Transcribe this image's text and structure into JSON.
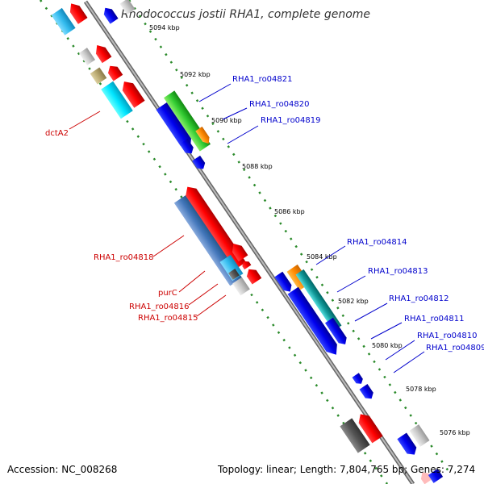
{
  "title": "Rhodococcus jostii RHA1, complete genome",
  "footer": {
    "accession": "Accession: NC_008268",
    "summary": "Topology: linear; Length: 7,804,765 bp; Genes: 7,274"
  },
  "ticks": [
    {
      "label": "5094 kbp",
      "t": 0.95
    },
    {
      "label": "5092 kbp",
      "t": 0.83
    },
    {
      "label": "5090 kbp",
      "t": 0.72
    },
    {
      "label": "5088 kbp",
      "t": 0.61
    },
    {
      "label": "5086 kbp",
      "t": 0.49
    },
    {
      "label": "5084 kbp",
      "t": 0.38
    },
    {
      "label": "5082 kbp",
      "t": 0.27
    },
    {
      "label": "5080 kbp",
      "t": 0.16
    },
    {
      "label": "5078 kbp",
      "t": 0.05
    },
    {
      "label": "5076 kbp",
      "t": -0.06
    }
  ],
  "labels": [
    {
      "text": "RHA1_ro04821",
      "color": "#0000cc",
      "side": "right"
    },
    {
      "text": "RHA1_ro04820",
      "color": "#0000cc",
      "side": "right"
    },
    {
      "text": "RHA1_ro04819",
      "color": "#0000cc",
      "side": "right"
    },
    {
      "text": "RHA1_ro04814",
      "color": "#0000cc",
      "side": "right"
    },
    {
      "text": "RHA1_ro04813",
      "color": "#0000cc",
      "side": "right"
    },
    {
      "text": "RHA1_ro04812",
      "color": "#0000cc",
      "side": "right"
    },
    {
      "text": "RHA1_ro04811",
      "color": "#0000cc",
      "side": "right"
    },
    {
      "text": "RHA1_ro04810",
      "color": "#0000cc",
      "side": "right"
    },
    {
      "text": "RHA1_ro04809",
      "color": "#0000cc",
      "side": "right"
    },
    {
      "text": "dctA2",
      "color": "#cc0000",
      "side": "left"
    },
    {
      "text": "RHA1_ro04818",
      "color": "#cc0000",
      "side": "left"
    },
    {
      "text": "purC",
      "color": "#cc0000",
      "side": "left"
    },
    {
      "text": "RHA1_ro04816",
      "color": "#cc0000",
      "side": "left"
    },
    {
      "text": "RHA1_ro04815",
      "color": "#cc0000",
      "side": "left"
    }
  ],
  "colors": {
    "backbone": "#888888",
    "tick_dots": "#2a8a2a",
    "forward_label": "#0000cc",
    "reverse_label": "#cc0000"
  }
}
